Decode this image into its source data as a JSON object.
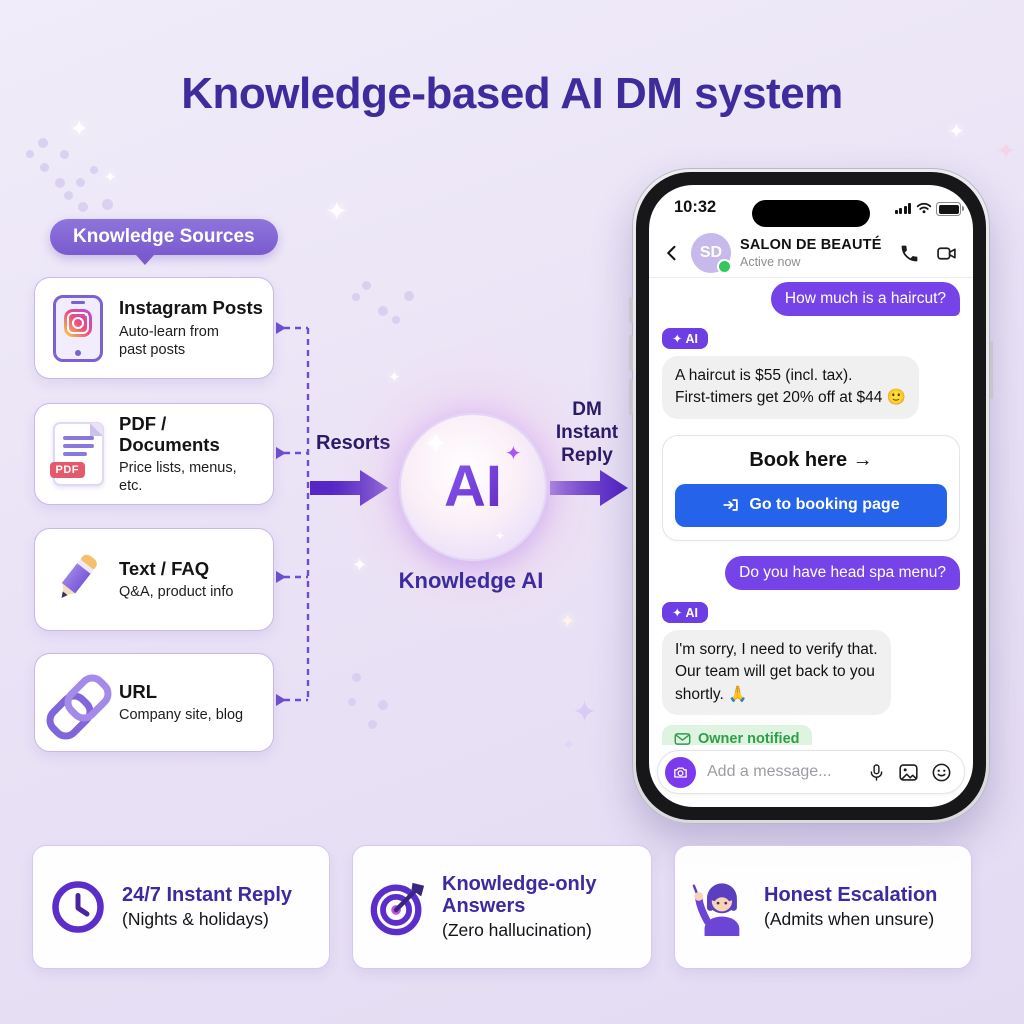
{
  "title": "Knowledge-based AI DM system",
  "decor": {
    "sparkle": "✦"
  },
  "sources": {
    "badge": "Knowledge Sources",
    "cards": [
      {
        "title": "Instagram Posts",
        "subtitle": "Auto-learn from\npast posts",
        "icon": "instagram-phone-icon"
      },
      {
        "title": "PDF / Documents",
        "subtitle": "Price lists, menus, etc.",
        "icon": "pdf-document-icon",
        "badge": "PDF"
      },
      {
        "title": "Text / FAQ",
        "subtitle": "Q&A, product info",
        "icon": "pencil-icon"
      },
      {
        "title": "URL",
        "subtitle": "Company site, blog",
        "icon": "chain-link-icon"
      }
    ]
  },
  "flow": {
    "input_arrow_label": "Resorts",
    "ai_text": "AI",
    "ai_caption": "Knowledge AI",
    "output_arrow_label": "DM Instant Reply"
  },
  "phone": {
    "status_time": "10:32",
    "header": {
      "avatar_initials": "SD",
      "name": "SALON DE BEAUTÉ",
      "presence": "Active now"
    },
    "ai_badge": "✦ AI",
    "messages": {
      "user1": "How much is a haircut?",
      "ai1": "A haircut is $55 (incl. tax).\nFirst-timers get 20% off at $44 🙂",
      "user2": "Do you have head spa menu?",
      "ai2": "I'm sorry, I need to verify that.\nOur team will get back to you\nshortly. 🙏"
    },
    "booking": {
      "title": "Book here →",
      "button_label": "Go to booking page"
    },
    "owner_notice": "Owner notified",
    "composer_placeholder": "Add a message..."
  },
  "features": [
    {
      "title": "24/7 Instant Reply",
      "subtitle": "(Nights & holidays)",
      "icon": "clock-icon"
    },
    {
      "title": "Knowledge-only Answers",
      "subtitle": "(Zero hallucination)",
      "icon": "target-icon"
    },
    {
      "title": "Honest Escalation",
      "subtitle": "(Admits when unsure)",
      "icon": "raising-hand-icon"
    }
  ],
  "colors": {
    "accent_purple": "#6D3EE3",
    "deep_purple": "#3E2C9C",
    "bubble_user": "#7643E8",
    "button_blue": "#2563EB",
    "notice_green": "#2E9E4A",
    "notice_green_bg": "#DFF3E1",
    "card_border": "#C9B8EA",
    "background": "#E9E2F5"
  }
}
